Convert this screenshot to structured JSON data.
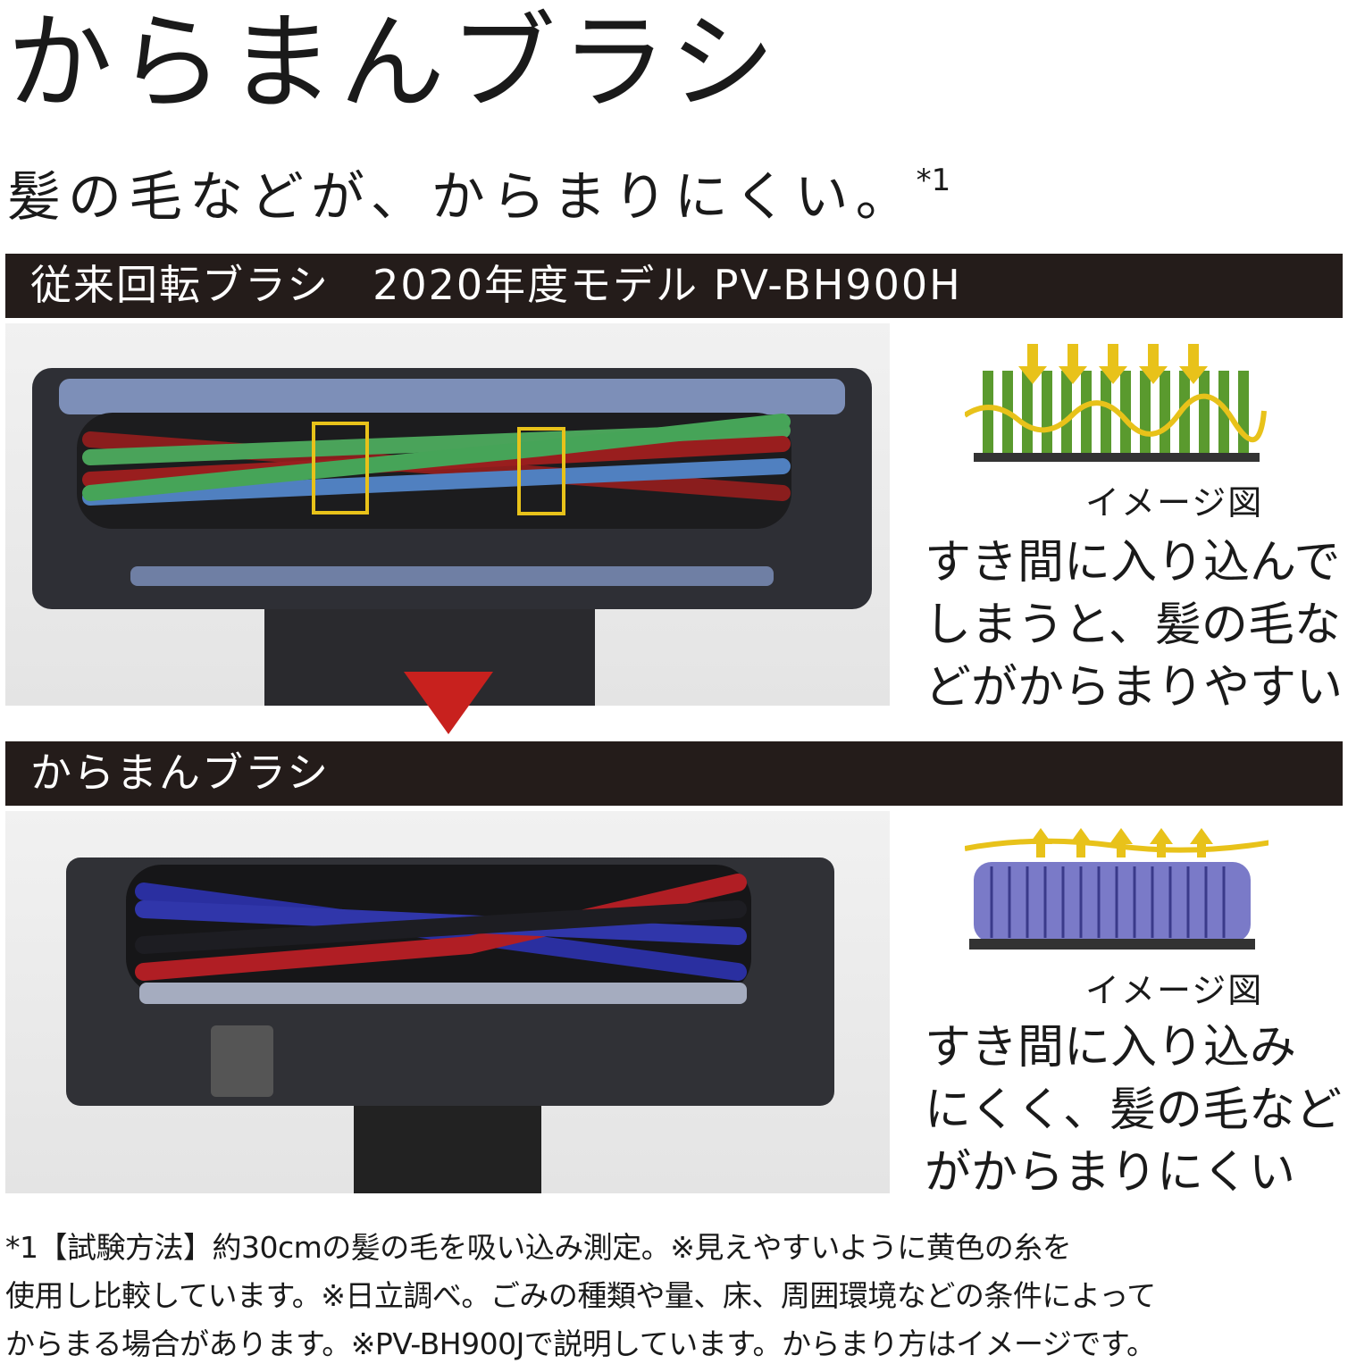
{
  "title": "からまんブラシ",
  "subtitle": {
    "text": "髪の毛などが、からまりにくい。",
    "note_mark": "*1"
  },
  "conventional": {
    "band_label": "従来回転ブラシ　2020年度モデル PV-BH900H",
    "diagram_caption": "イメージ図",
    "description": [
      "すき間に入り込んで",
      "しまうと、髪の毛な",
      "どがからまりやすい"
    ]
  },
  "karaman": {
    "band_label": "からまんブラシ",
    "diagram_caption": "イメージ図",
    "description": [
      "すき間に入り込み",
      "にくく、髪の毛など",
      "がからまりにくい"
    ]
  },
  "footnote": [
    "*1【試験方法】約30cmの髪の毛を吸い込み測定。※見えやすいように黄色の糸を",
    "使用し比較しています。※日立調べ。ごみの種類や量、床、周囲環境などの条件によって",
    "からまる場合があります。※PV-BH900Jで説明しています。からまり方はイメージです。"
  ],
  "colors": {
    "band": "#241c1a",
    "arrow": "#c8211e",
    "bristle_green": "#5a9a2e",
    "bristle_blue": "#6a6ab0",
    "hair": "#e8c21a"
  }
}
